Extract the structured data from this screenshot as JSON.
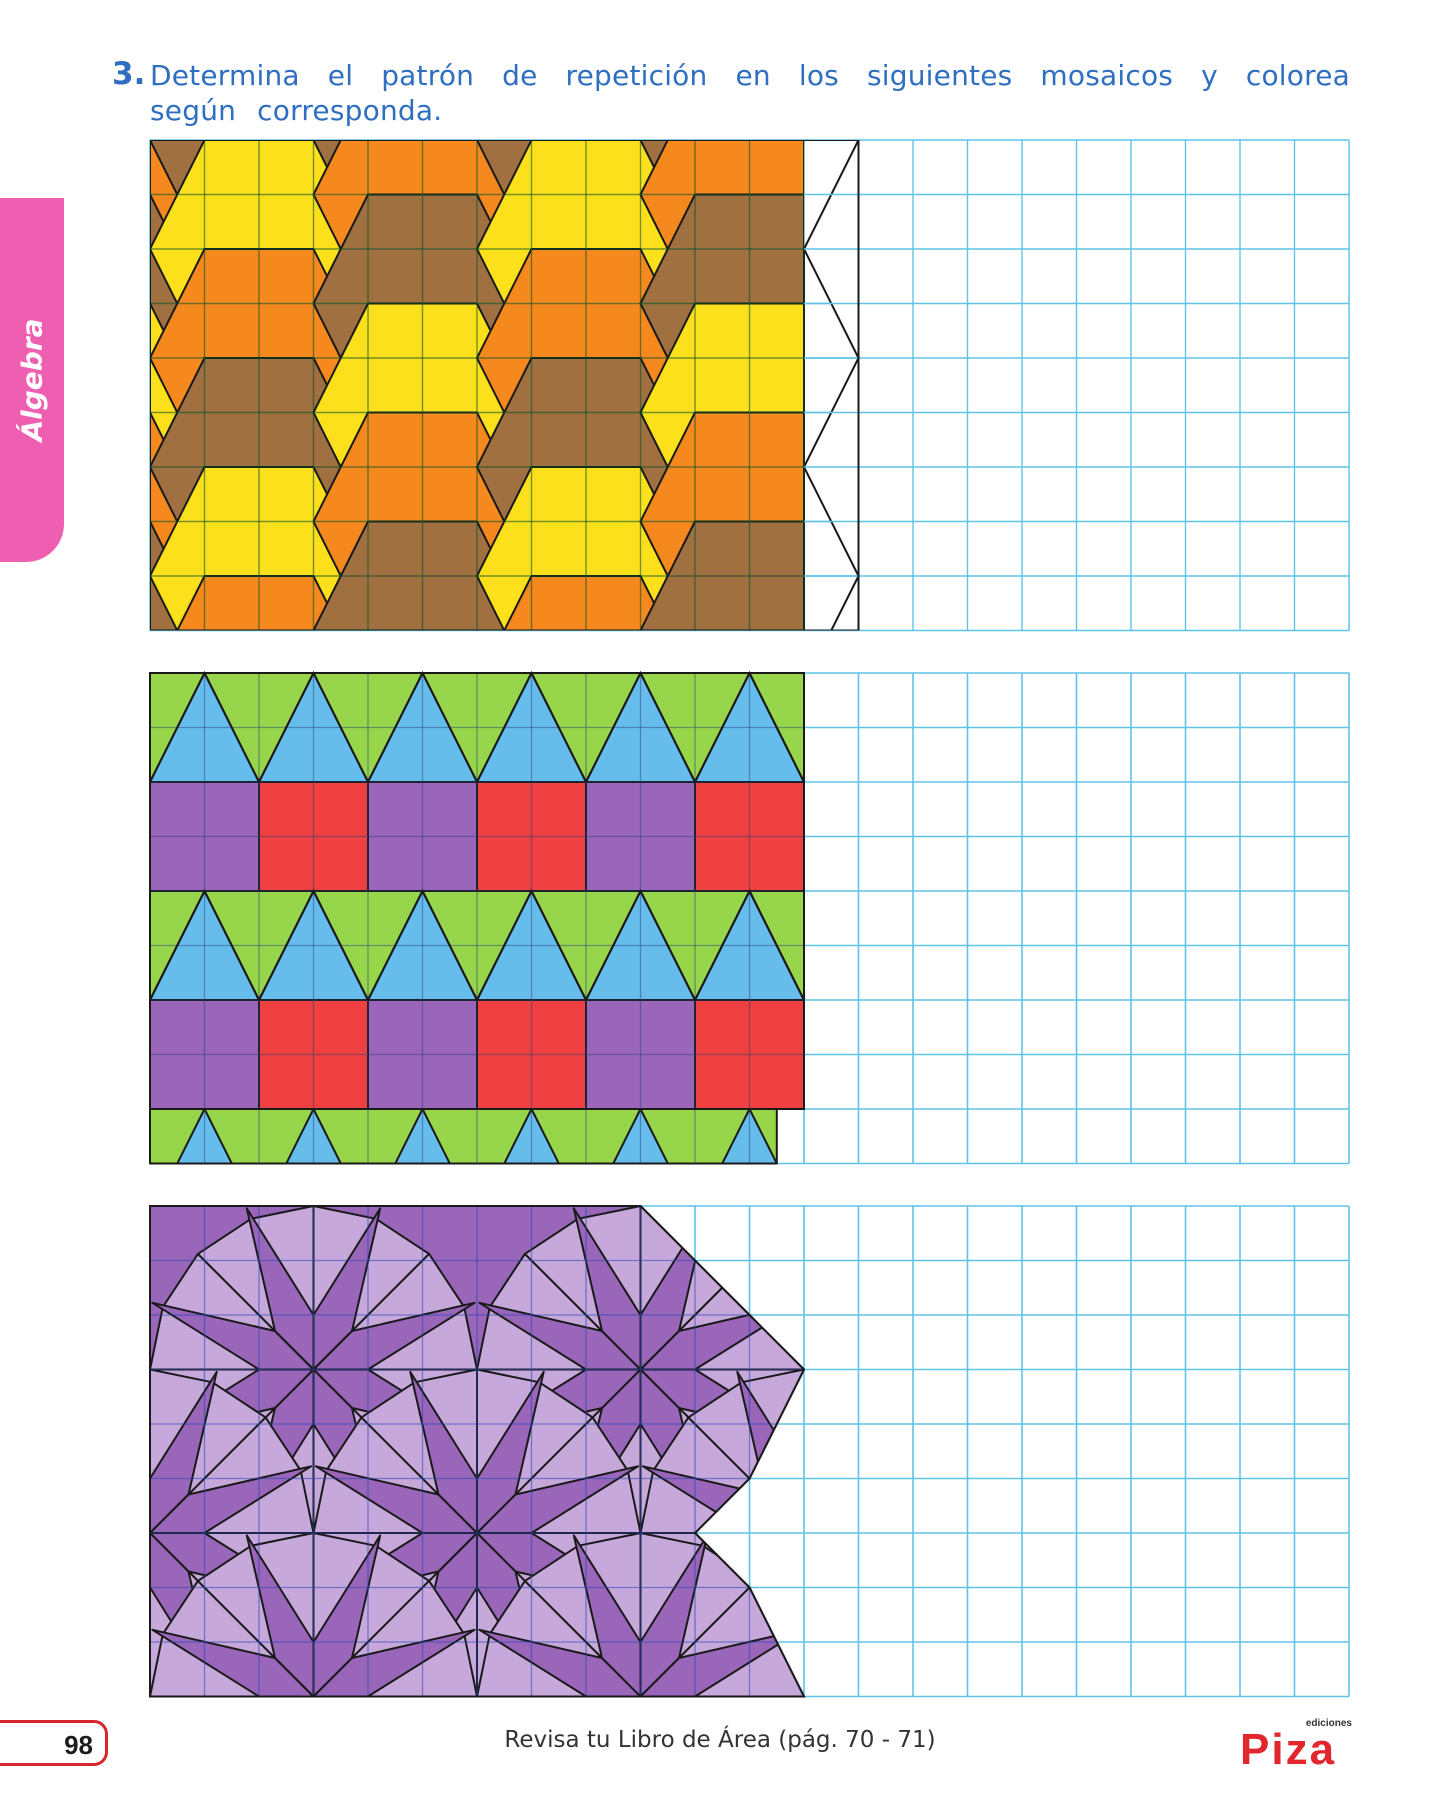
{
  "exercise": {
    "number": "3.",
    "instruction": "Determina el patrón de repetición en los siguientes mosaicos y colorea según corresponda."
  },
  "side_tab": {
    "label": "Álgebra"
  },
  "footer": {
    "page_number": "98",
    "reference": "Revisa tu Libro de Área (pág. 70 - 71)",
    "brand_small": "ediciones",
    "brand": "Piza"
  },
  "colors": {
    "grid_line": "#5ec3e6",
    "title": "#2f6fc1",
    "tab": "#ef5fb1",
    "brown": "#a07040",
    "orange": "#f5891e",
    "yellow": "#fde01c",
    "green": "#97d64b",
    "blue": "#66bdec",
    "purple": "#9a66ba",
    "red": "#ee4040",
    "lavender": "#c7a8da",
    "logo_red": "#e2262e"
  },
  "grids": [
    {
      "name": "hexagon-mosaic",
      "columns": 22,
      "rows": 9,
      "filled_columns": 13
    },
    {
      "name": "triangle-square-mosaic",
      "columns": 22,
      "rows": 9,
      "filled_columns": 12
    },
    {
      "name": "star-mosaic",
      "columns": 22,
      "rows": 9,
      "filled_columns": 12
    }
  ]
}
